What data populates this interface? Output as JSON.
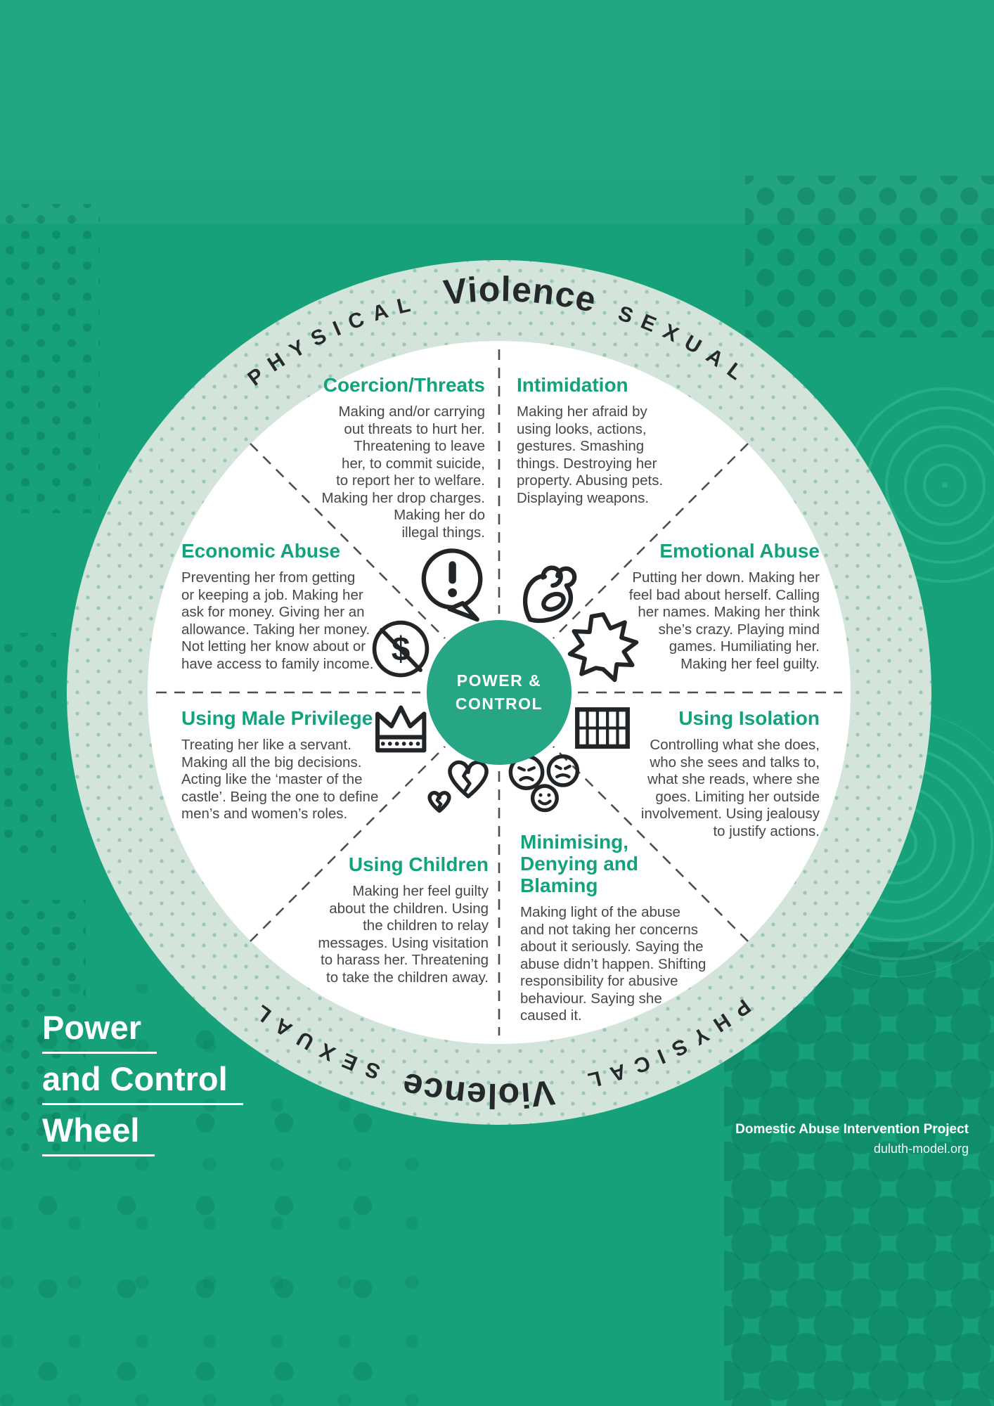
{
  "colors": {
    "background": "#16A17A",
    "accent_green": "#12A37C",
    "center_circle": "#27A685",
    "ring_mint": "#D3E5DB",
    "body_text": "#45484B",
    "arc_text": "#26292B",
    "white": "#FFFFFF"
  },
  "arc": {
    "left": "PHYSICAL",
    "center": "Violence",
    "right": "SEXUAL"
  },
  "center": {
    "line1": "POWER &",
    "line2": "CONTROL"
  },
  "segments": [
    {
      "id": "coercion-threats",
      "title": "Coercion/Threats",
      "icon": "speech-bubble-exclamation-icon",
      "body": "Making and/or carrying\nout threats to hurt her.\nThreatening to leave\nher, to commit suicide,\nto report her to welfare.\nMaking her drop charges.\nMaking her do\nillegal things."
    },
    {
      "id": "intimidation",
      "title": "Intimidation",
      "icon": "raised-fist-icon",
      "body": "Making her afraid by\nusing looks, actions,\ngestures. Smashing\nthings. Destroying her\nproperty. Abusing pets.\nDisplaying weapons."
    },
    {
      "id": "economic-abuse",
      "title": "Economic Abuse",
      "icon": "no-money-icon",
      "body": "Preventing her from getting\nor keeping a job. Making her\nask for money. Giving her an\nallowance. Taking her money.\nNot letting her know about or\nhave access to family income."
    },
    {
      "id": "emotional-abuse",
      "title": "Emotional Abuse",
      "icon": "starburst-icon",
      "body": "Putting her down. Making her\nfeel bad about herself. Calling\nher names. Making her think\nshe’s crazy. Playing mind\ngames. Humiliating her.\nMaking her feel guilty."
    },
    {
      "id": "using-male-privilege",
      "title": "Using Male Privilege",
      "icon": "crown-icon",
      "body": "Treating her like a servant.\nMaking all the big decisions.\nActing like the ‘master of the\ncastle’. Being the one to define\nmen’s and women’s roles."
    },
    {
      "id": "using-isolation",
      "title": "Using Isolation",
      "icon": "jail-bars-icon",
      "body": "Controlling what she does,\nwho she sees and talks to,\nwhat she reads, where she\ngoes. Limiting her outside\ninvolvement. Using jealousy\nto justify actions."
    },
    {
      "id": "using-children",
      "title": "Using Children",
      "icon": "broken-hearts-icon",
      "body": "Making her feel guilty\nabout the children. Using\nthe children to relay\nmessages. Using visitation\nto harass her. Threatening\nto take the children away."
    },
    {
      "id": "minimising-denying-blaming",
      "title": "Minimising,\nDenying and\nBlaming",
      "icon": "faces-icon",
      "body": "Making light of the abuse\nand not taking her concerns\nabout it seriously. Saying the\nabuse didn’t happen. Shifting\nresponsibility for abusive\nbehaviour. Saying she\ncaused it."
    }
  ],
  "title": {
    "line1": "Power",
    "line2": "and Control",
    "line3": "Wheel"
  },
  "footer": {
    "org": "Domestic Abuse Intervention Project",
    "site": "duluth-model.org"
  }
}
